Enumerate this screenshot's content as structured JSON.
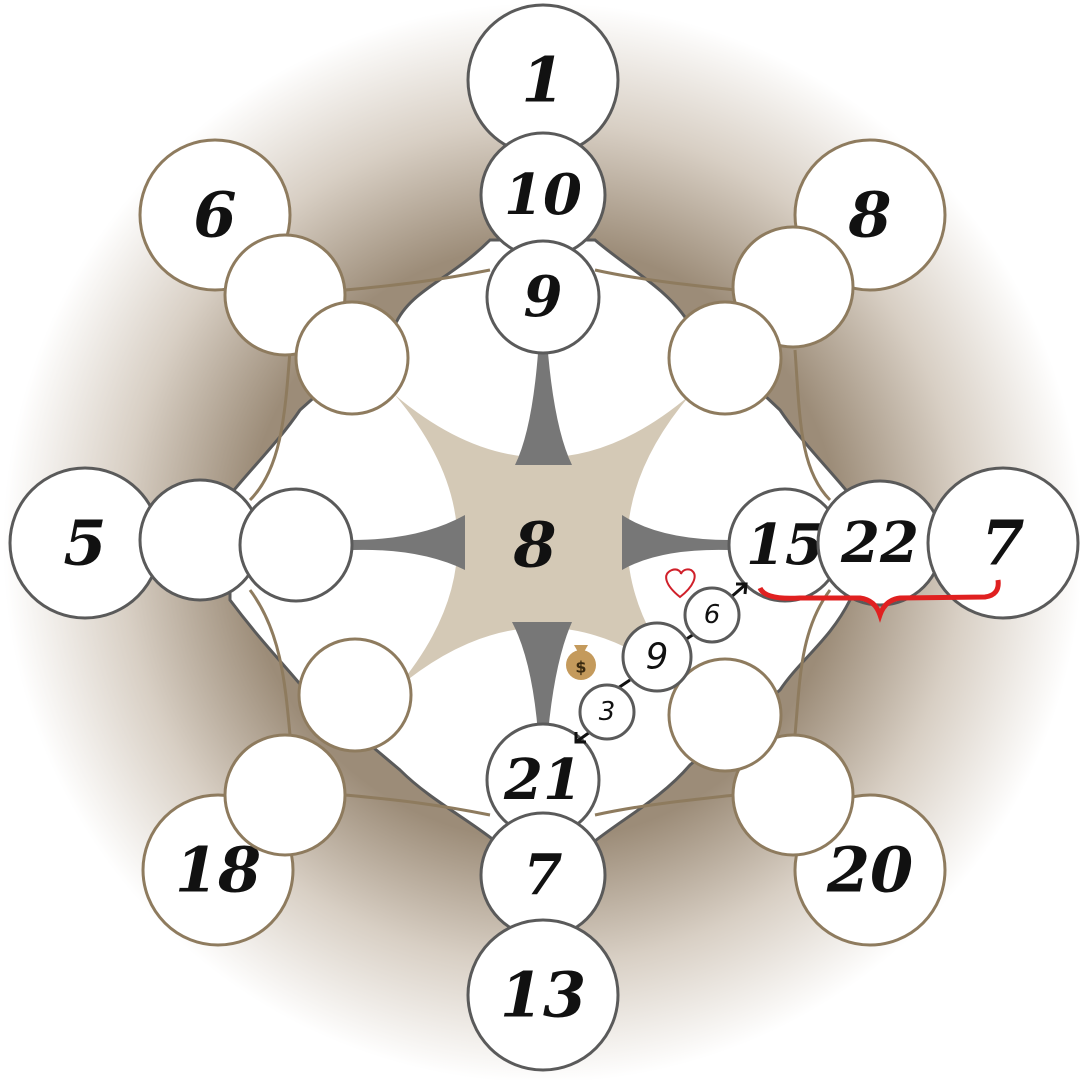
{
  "colors": {
    "gray_stroke": "#5a5a5a",
    "tan_stroke": "#8e7b5e",
    "center_fill": "#d4c9b6",
    "wedge": "#777777",
    "brace": "#e02020",
    "heart": "#d0202a"
  },
  "center": {
    "label": "8"
  },
  "top": [
    "1",
    "10",
    "9"
  ],
  "bottom": [
    "21",
    "7",
    "13"
  ],
  "left": [
    "5",
    "",
    ""
  ],
  "right": [
    "15",
    "22",
    "7"
  ],
  "upper_left": [
    "6",
    "",
    ""
  ],
  "upper_right": [
    "8",
    "",
    ""
  ],
  "lower_left": [
    "18",
    "",
    ""
  ],
  "lower_right": [
    "20",
    "",
    ""
  ],
  "chain": [
    "6",
    "9",
    "3"
  ],
  "icons": [
    "heart-icon",
    "money-bag-icon"
  ]
}
